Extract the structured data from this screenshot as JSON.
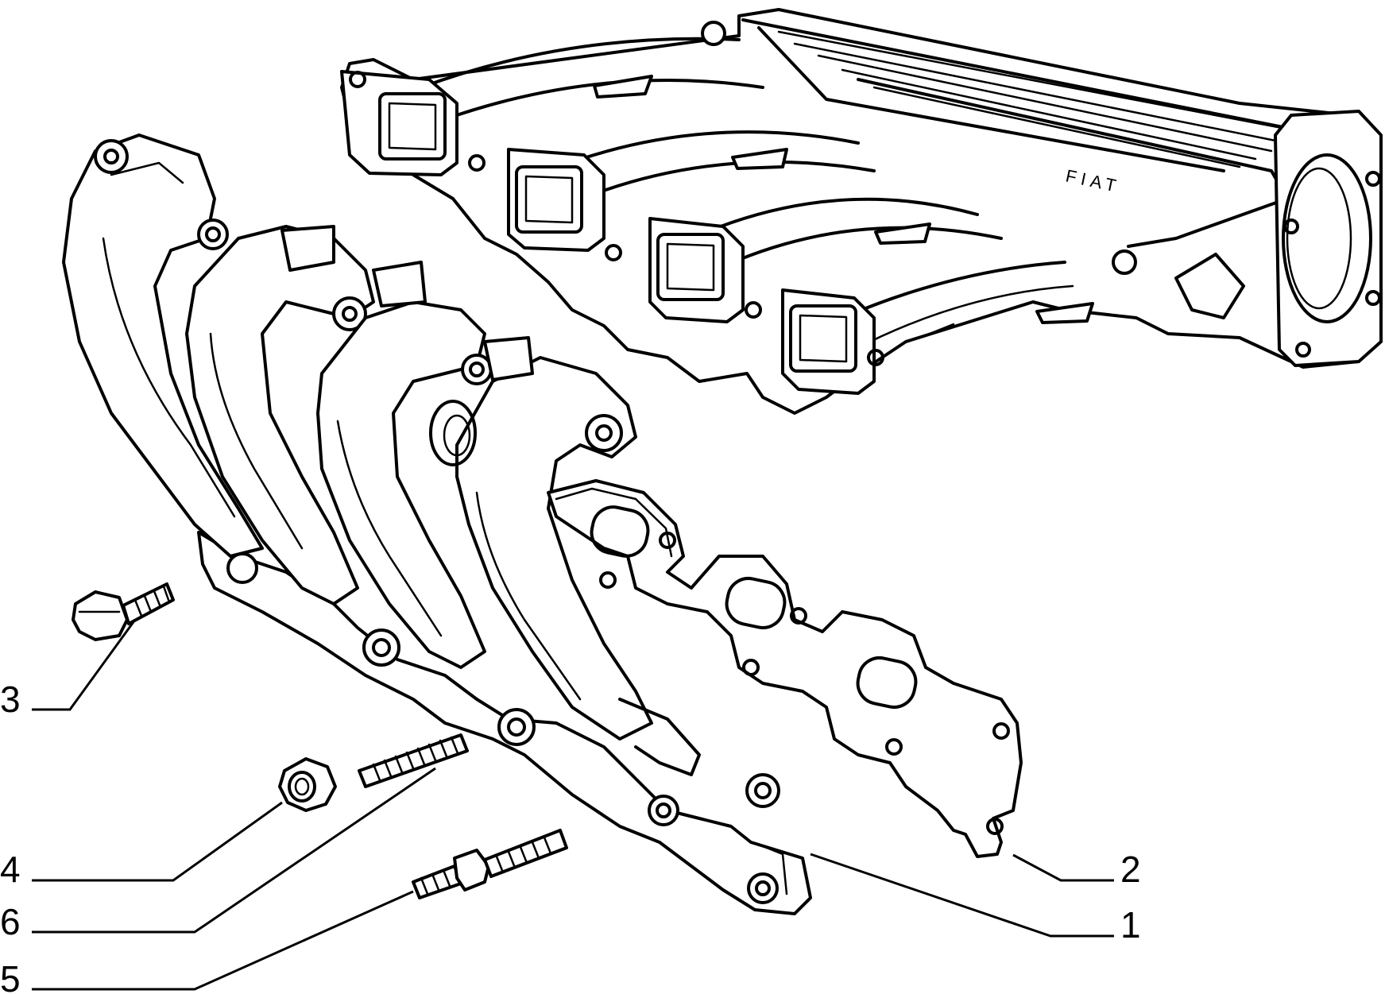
{
  "callouts": [
    {
      "id": "1",
      "label": "1"
    },
    {
      "id": "2",
      "label": "2"
    },
    {
      "id": "3",
      "label": "3"
    },
    {
      "id": "4",
      "label": "4"
    },
    {
      "id": "5",
      "label": "5"
    },
    {
      "id": "6",
      "label": "6"
    }
  ],
  "intake_manifold": {
    "brand_mark": "FIAT"
  }
}
